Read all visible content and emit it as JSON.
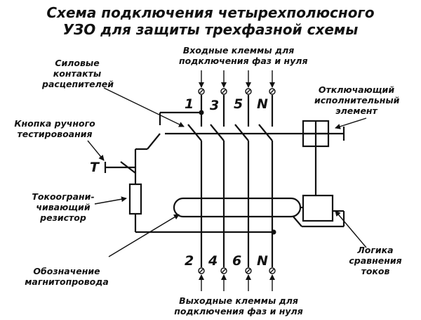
{
  "title": {
    "line1": "Схема подключения четырехполюсного",
    "line2": "УЗО для защиты трехфазной схемы"
  },
  "labels": {
    "input_terminals": [
      "Входные клеммы для",
      "подключения фаз и нуля"
    ],
    "power_contacts": [
      "Силовые",
      "контакты",
      "расцепителей"
    ],
    "test_button": [
      "Кнопка ручного",
      "тестировоания"
    ],
    "tripping_element": [
      "Отключающий",
      "исполнительный",
      "элемент"
    ],
    "current_limiting_resistor": [
      "Токоограни-",
      "чивающий",
      "резистор"
    ],
    "magnetic_core": [
      "Обозначение",
      "магнитопровода"
    ],
    "comparison_logic": [
      "Логика",
      "сравнения",
      "токов"
    ],
    "output_terminals": [
      "Выходные клеммы для",
      "подключения фаз и нуля"
    ]
  },
  "terminals": {
    "top": [
      "1",
      "3",
      "5",
      "N"
    ],
    "bottom": [
      "2",
      "4",
      "6",
      "N"
    ],
    "test_letter": "T"
  }
}
